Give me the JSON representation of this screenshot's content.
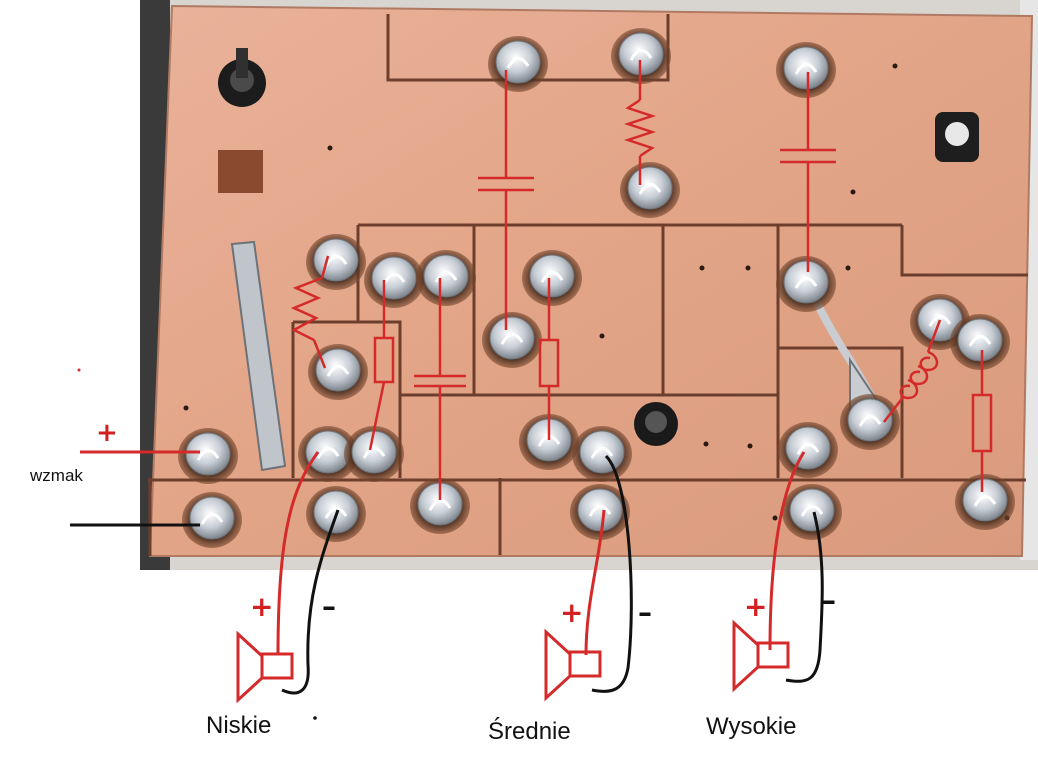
{
  "amplifier": {
    "label": "wzmak",
    "plus": "+"
  },
  "outputs": [
    {
      "label": "Niskie",
      "plus": "+",
      "minus": "–"
    },
    {
      "label": "Średnie",
      "plus": "+",
      "minus": "–"
    },
    {
      "label": "Wysokie",
      "plus": "+",
      "minus": "–"
    }
  ],
  "colors": {
    "board": "#e3a58a",
    "trace_gap": "#7a4836",
    "pad": "#d9dde2",
    "burn": "#3a2418",
    "red_wire": "#d42a2a",
    "black_wire": "#111111"
  },
  "icons": [
    "speaker-icon",
    "resistor-icon",
    "capacitor-icon",
    "inductor-icon"
  ]
}
